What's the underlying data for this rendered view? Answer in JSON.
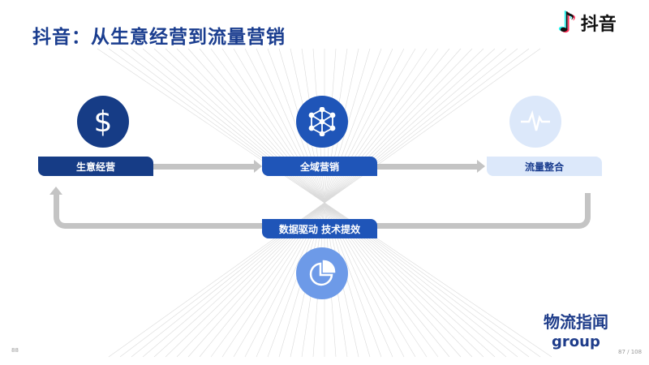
{
  "title": "抖音：从生意经营到流量营销",
  "logo": {
    "text": "抖音",
    "icon": "tiktok-note-icon"
  },
  "steps": [
    {
      "label": "生意经营",
      "icon": "dollar-icon",
      "color": "#163c86"
    },
    {
      "label": "全域营销",
      "icon": "network-cube-icon",
      "color": "#1f55b8"
    },
    {
      "label": "流量整合",
      "icon": "pulse-icon",
      "color": "#dce8fa"
    }
  ],
  "loop": {
    "label": "数据驱动 技术提效",
    "icon": "pie-chart-icon"
  },
  "footer": {
    "left_page": "88",
    "page": "87 / 108",
    "watermark": "物流指闻",
    "brand": "group"
  }
}
